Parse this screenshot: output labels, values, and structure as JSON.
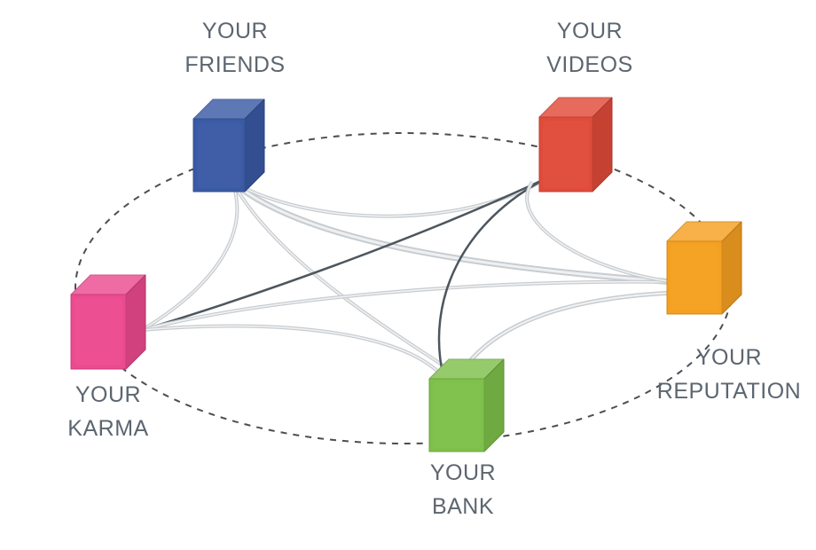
{
  "nodes": {
    "friends": {
      "line1": "YOUR",
      "line2": "FRIENDS",
      "color": "#3a5aa5"
    },
    "videos": {
      "line1": "YOUR",
      "line2": "VIDEOS",
      "color": "#e04b3a"
    },
    "reputation": {
      "line1": "YOUR",
      "line2": "REPUTATION",
      "color": "#f5a020"
    },
    "karma": {
      "line1": "YOUR",
      "line2": "KARMA",
      "color": "#ec4a8f"
    },
    "bank": {
      "line1": "YOUR",
      "line2": "BANK",
      "color": "#7ec04a"
    }
  },
  "colors": {
    "label_text": "#5c6670",
    "dashed_ring": "#4a4f55",
    "dark_connector": "#4d565e",
    "light_connector": "#cfd3d6"
  }
}
